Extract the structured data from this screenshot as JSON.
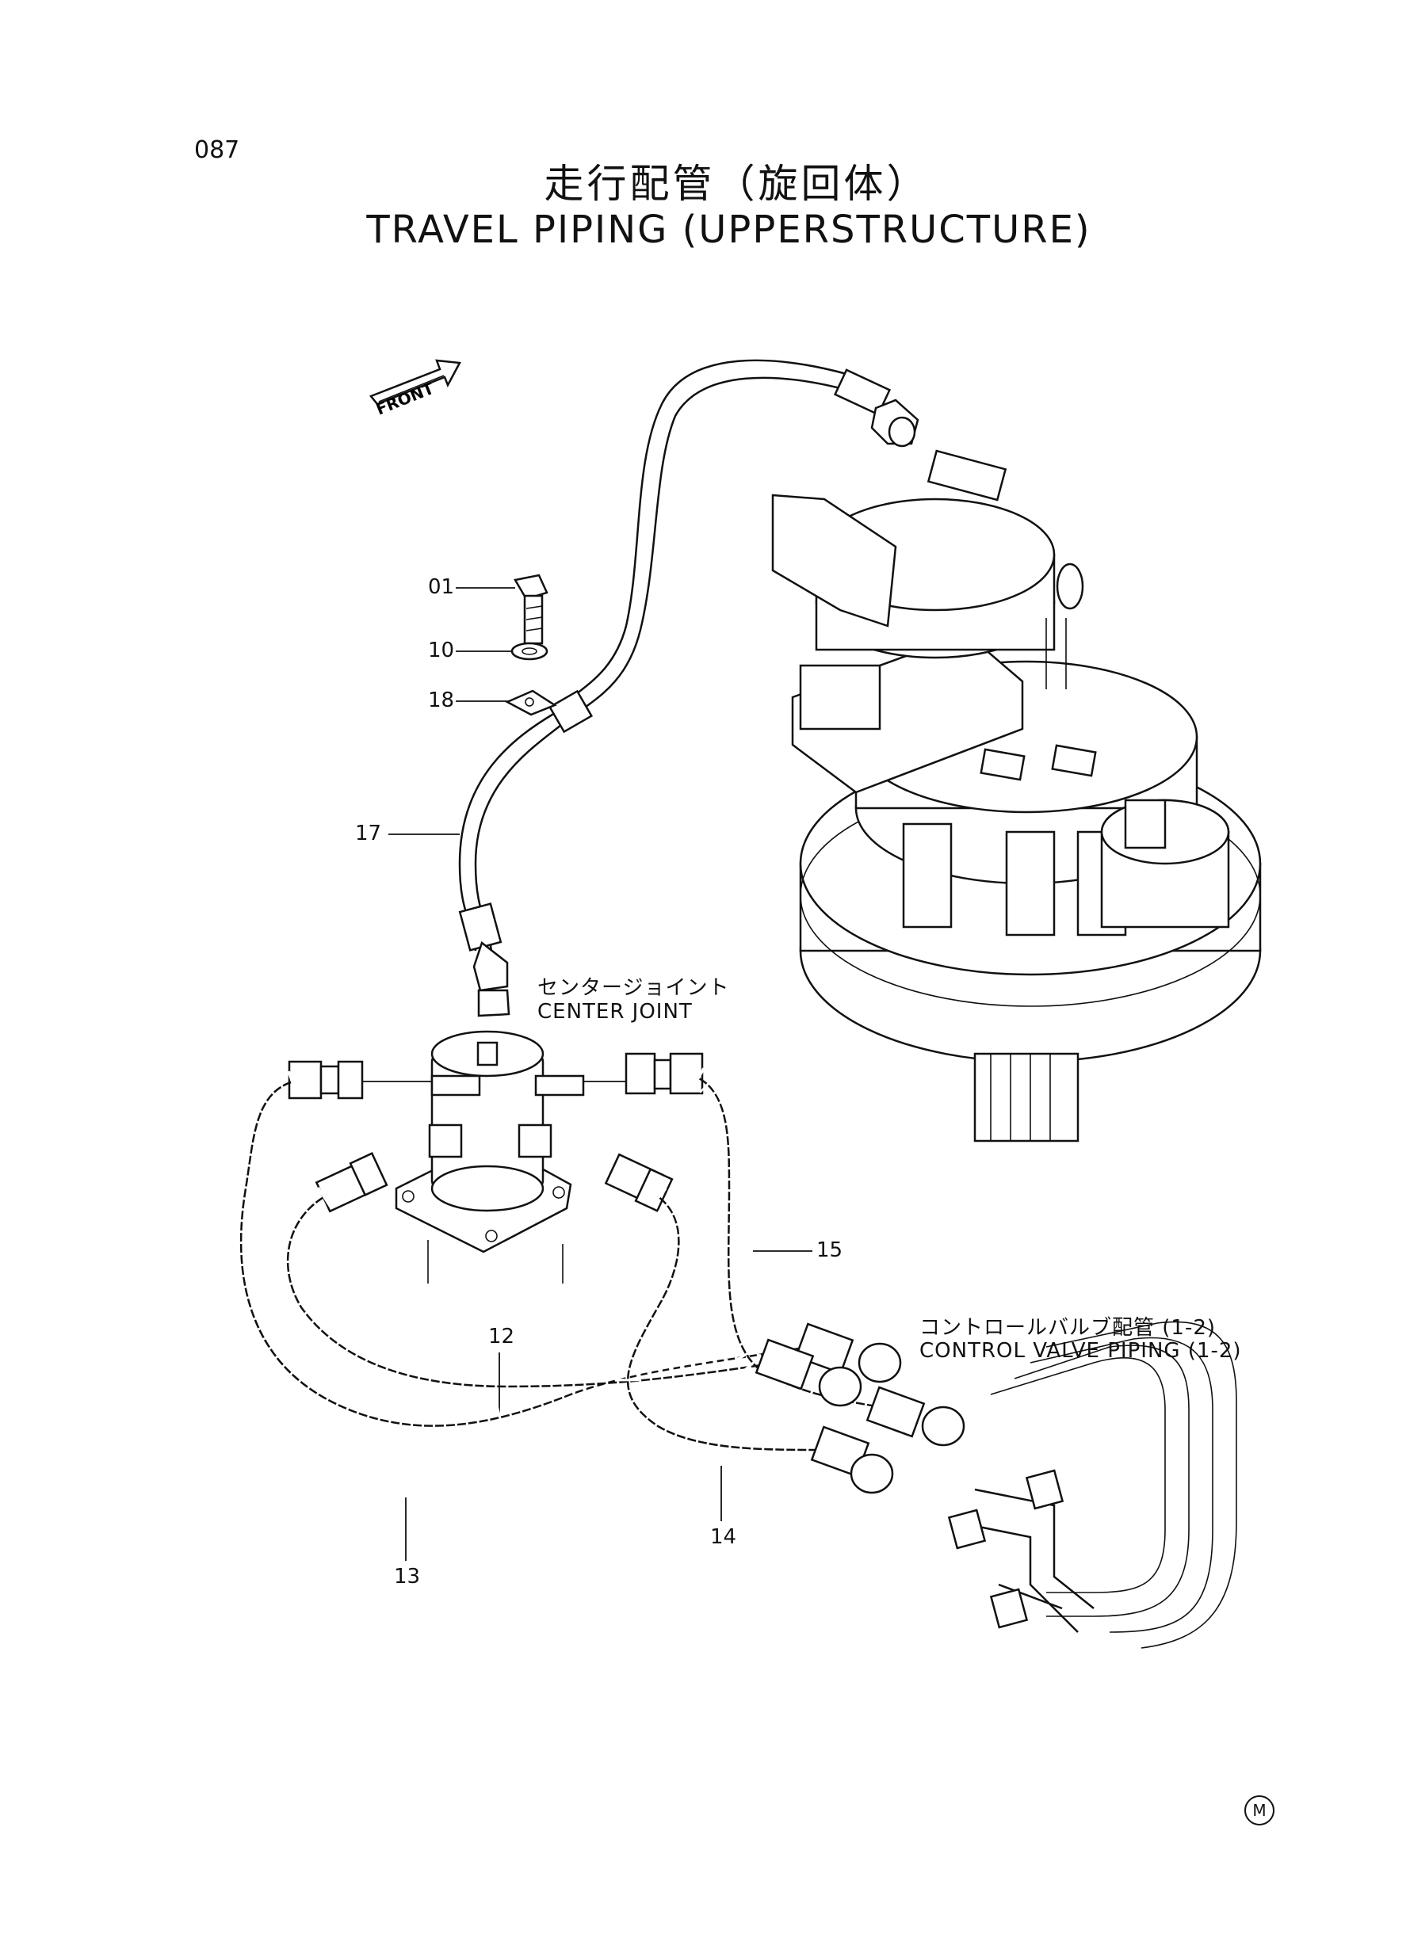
{
  "page": {
    "number": "087"
  },
  "title": {
    "japanese": "走行配管（旋回体）",
    "english": "TRAVEL PIPING (UPPERSTRUCTURE)"
  },
  "front_label": "FRONT",
  "callouts": {
    "c01": "01",
    "c10": "10",
    "c18": "18",
    "c17": "17",
    "c15": "15",
    "c12": "12",
    "c13": "13",
    "c14": "14"
  },
  "center_joint": {
    "japanese": "センタージョイント",
    "english": "CENTER JOINT"
  },
  "control_valve": {
    "japanese": "コントロールバルブ配管 (1-2)",
    "english": "CONTROL VALVE PIPING (1-2)"
  },
  "corner_mark": "M"
}
